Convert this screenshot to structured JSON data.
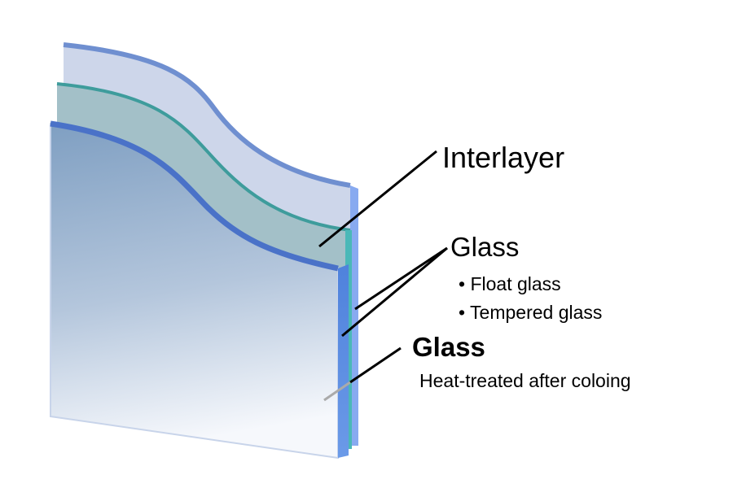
{
  "diagram": {
    "labels": {
      "interlayer": "Interlayer",
      "glass_top": "Glass",
      "glass_top_items": [
        "Float glass",
        "Tempered glass"
      ],
      "glass_bottom": "Glass",
      "glass_bottom_note": "Heat-treated after coloing"
    },
    "bullet": "•",
    "colors": {
      "back_glass": "#cdd6ea",
      "back_edge": "#88aaf0",
      "interlayer": "#a3c0c8",
      "interlayer_edge": "#3e9c9c",
      "front_glass_top": "#7f9fc2",
      "front_edge": "#5b8fe0"
    }
  }
}
